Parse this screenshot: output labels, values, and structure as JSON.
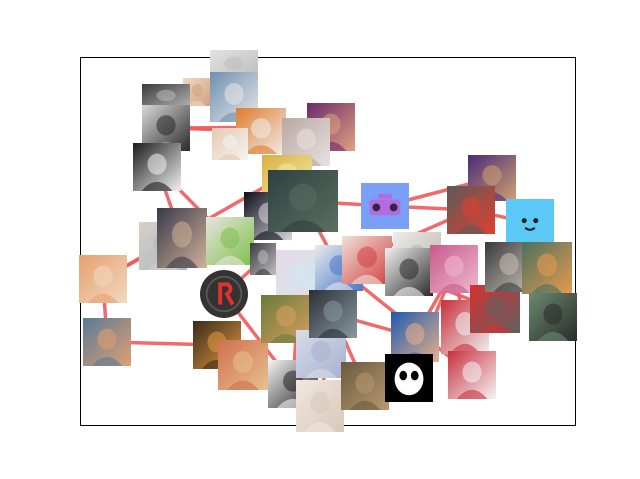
{
  "graph": {
    "edge_color": "#f05a5a",
    "frame_color": "#000000",
    "nodes": [
      {
        "id": "n1",
        "icon": "photo-icon",
        "colors": [
          "#e2e2e2",
          "#bdbdbd"
        ]
      },
      {
        "id": "n2",
        "icon": "photo-icon",
        "colors": [
          "#f0d9c4",
          "#d0a080"
        ]
      },
      {
        "id": "n3",
        "icon": "photo-icon",
        "colors": [
          "#3b3b3b",
          "#b8b8b8"
        ]
      },
      {
        "id": "n4",
        "icon": "photo-icon",
        "colors": [
          "#6f8fb0",
          "#e8e8e8"
        ]
      },
      {
        "id": "n5",
        "icon": "photo-icon",
        "colors": [
          "#d9d9d9",
          "#2a2a2a"
        ]
      },
      {
        "id": "n6",
        "icon": "photo-icon",
        "colors": [
          "#1b1b1b",
          "#f2f2f2"
        ]
      },
      {
        "id": "n7",
        "icon": "photo-icon",
        "colors": [
          "#e07b2f",
          "#f0eee8"
        ]
      },
      {
        "id": "n8",
        "icon": "photo-icon",
        "colors": [
          "#6a2a6a",
          "#e0a080"
        ]
      },
      {
        "id": "n9",
        "icon": "photo-icon",
        "colors": [
          "#e6c8b0",
          "#f4f4f4"
        ]
      },
      {
        "id": "n10",
        "icon": "photo-icon",
        "colors": [
          "#b8a8a0",
          "#e9e0e0"
        ]
      },
      {
        "id": "n11",
        "icon": "photo-icon",
        "colors": [
          "#d8b040",
          "#f3e9a8"
        ]
      },
      {
        "id": "n12",
        "icon": "photo-icon",
        "colors": [
          "#0e0e18",
          "#d6d6e0"
        ]
      },
      {
        "id": "n13",
        "icon": "photo-icon",
        "colors": [
          "#2e4040",
          "#5a7060"
        ]
      },
      {
        "id": "n14",
        "icon": "radio-icon",
        "colors": [
          "#7aa0f5",
          "#b46ae0"
        ]
      },
      {
        "id": "n15",
        "icon": "photo-icon",
        "colors": [
          "#4a2a7a",
          "#d0a070"
        ]
      },
      {
        "id": "n16",
        "icon": "photo-icon",
        "colors": [
          "#5a5a5a",
          "#e04030"
        ]
      },
      {
        "id": "n17",
        "icon": "smiley-face-icon",
        "colors": [
          "#5bc8f5",
          "#1a1a1a"
        ]
      },
      {
        "id": "n18",
        "icon": "photo-icon",
        "colors": [
          "#d8cfc5",
          "#a8b8c0"
        ]
      },
      {
        "id": "n19",
        "icon": "photo-icon",
        "colors": [
          "#3a3a4a",
          "#d0b09a"
        ]
      },
      {
        "id": "n20",
        "icon": "photo-icon",
        "colors": [
          "#e8e4de",
          "#7ec04a"
        ]
      },
      {
        "id": "n21",
        "icon": "photo-icon",
        "colors": [
          "#e7a070",
          "#f0d8c0"
        ]
      },
      {
        "id": "n22",
        "icon": "photo-icon",
        "colors": [
          "#3a3a40",
          "#c0c0c0"
        ]
      },
      {
        "id": "n23",
        "icon": "photo-icon",
        "colors": [
          "#e8d8e4",
          "#d0e8f0"
        ]
      },
      {
        "id": "n24",
        "icon": "photo-icon",
        "colors": [
          "#e8eaec",
          "#4a78c8"
        ]
      },
      {
        "id": "n25",
        "icon": "photo-icon",
        "colors": [
          "#f0e0d8",
          "#d04040"
        ]
      },
      {
        "id": "n26",
        "icon": "photo-icon",
        "colors": [
          "#ecece8",
          "#b8b0a8"
        ]
      },
      {
        "id": "n27",
        "icon": "photo-icon",
        "colors": [
          "#f2f2f2",
          "#2a2a2a"
        ]
      },
      {
        "id": "n28",
        "icon": "photo-icon",
        "colors": [
          "#5a7a9a",
          "#e0a070"
        ]
      },
      {
        "id": "n29",
        "icon": "photo-icon",
        "colors": [
          "#3a2a1a",
          "#e09a40"
        ]
      },
      {
        "id": "n30",
        "icon": "logo-r-icon",
        "colors": [
          "#333333",
          "#e03030"
        ]
      },
      {
        "id": "n31",
        "icon": "photo-icon",
        "colors": [
          "#d07050",
          "#e8c090"
        ]
      },
      {
        "id": "n32",
        "icon": "photo-icon",
        "colors": [
          "#6a7a3a",
          "#d8a060"
        ]
      },
      {
        "id": "n33",
        "icon": "photo-icon",
        "colors": [
          "#f4f4f4",
          "#222222"
        ]
      },
      {
        "id": "n34",
        "icon": "photo-icon",
        "colors": [
          "#d8dce8",
          "#a8b0d0"
        ]
      },
      {
        "id": "n35",
        "icon": "photo-icon",
        "colors": [
          "#2a3036",
          "#8a98a0"
        ]
      },
      {
        "id": "n36",
        "icon": "photo-icon",
        "colors": [
          "#f0e8e0",
          "#d8c8b8"
        ]
      },
      {
        "id": "n37",
        "icon": "photo-icon",
        "colors": [
          "#6a5a40",
          "#b89870"
        ]
      },
      {
        "id": "n38",
        "icon": "photo-icon",
        "colors": [
          "#1e5ab0",
          "#e8b08a"
        ]
      },
      {
        "id": "n39",
        "icon": "panda-icon",
        "colors": [
          "#000000",
          "#ffffff"
        ]
      },
      {
        "id": "n40",
        "icon": "photo-icon",
        "colors": [
          "#c85a8a",
          "#f0b8d0"
        ]
      },
      {
        "id": "n41",
        "icon": "photo-icon",
        "colors": [
          "#c8303a",
          "#f0f0f0"
        ]
      },
      {
        "id": "n42",
        "icon": "photo-icon",
        "colors": [
          "#c83040",
          "#f4f4f4"
        ]
      },
      {
        "id": "n43",
        "icon": "photo-icon",
        "colors": [
          "#d83030",
          "#606060"
        ]
      },
      {
        "id": "n44",
        "icon": "photo-icon",
        "colors": [
          "#3a3a3a",
          "#c8c0b8"
        ]
      },
      {
        "id": "n45",
        "icon": "photo-icon",
        "colors": [
          "#4a7060",
          "#e89a50"
        ]
      },
      {
        "id": "n46",
        "icon": "photo-icon",
        "colors": [
          "#6a8a70",
          "#2a2a2a"
        ]
      }
    ],
    "edges": [
      [
        "n1",
        "n4"
      ],
      [
        "n2",
        "n4"
      ],
      [
        "n5",
        "n8"
      ],
      [
        "n5",
        "n7"
      ],
      [
        "n7",
        "n9"
      ],
      [
        "n7",
        "n10"
      ],
      [
        "n8",
        "n10"
      ],
      [
        "n9",
        "n10"
      ],
      [
        "n10",
        "n11"
      ],
      [
        "n11",
        "n12"
      ],
      [
        "n12",
        "n13"
      ],
      [
        "n13",
        "n14"
      ],
      [
        "n14",
        "n15"
      ],
      [
        "n14",
        "n16"
      ],
      [
        "n15",
        "n16"
      ],
      [
        "n16",
        "n17"
      ],
      [
        "n6",
        "n20"
      ],
      [
        "n6",
        "n19"
      ],
      [
        "n19",
        "n20"
      ],
      [
        "n18",
        "n21"
      ],
      [
        "n18",
        "n19"
      ],
      [
        "n19",
        "n22"
      ],
      [
        "n20",
        "n22"
      ],
      [
        "n21",
        "n28"
      ],
      [
        "n22",
        "n30"
      ],
      [
        "n22",
        "n23"
      ],
      [
        "n23",
        "n24"
      ],
      [
        "n24",
        "n25"
      ],
      [
        "n25",
        "n26"
      ],
      [
        "n24",
        "n42"
      ],
      [
        "n25",
        "n43"
      ],
      [
        "n26",
        "n27"
      ],
      [
        "n28",
        "n29"
      ],
      [
        "n29",
        "n31"
      ],
      [
        "n31",
        "n32"
      ],
      [
        "n31",
        "n33"
      ],
      [
        "n30",
        "n33"
      ],
      [
        "n33",
        "n34"
      ],
      [
        "n33",
        "n35"
      ],
      [
        "n34",
        "n35"
      ],
      [
        "n35",
        "n36"
      ],
      [
        "n35",
        "n37"
      ],
      [
        "n35",
        "n38"
      ],
      [
        "n38",
        "n39"
      ],
      [
        "n38",
        "n40"
      ],
      [
        "n39",
        "n40"
      ],
      [
        "n40",
        "n41"
      ],
      [
        "n41",
        "n42"
      ],
      [
        "n41",
        "n45"
      ],
      [
        "n42",
        "n43"
      ],
      [
        "n43",
        "n44"
      ],
      [
        "n16",
        "n24"
      ],
      [
        "n23",
        "n33"
      ],
      [
        "n11",
        "n21"
      ],
      [
        "n13",
        "n24"
      ],
      [
        "n36",
        "n37"
      ],
      [
        "n22",
        "n23"
      ],
      [
        "n3",
        "n4"
      ],
      [
        "n8",
        "n9"
      ]
    ]
  }
}
